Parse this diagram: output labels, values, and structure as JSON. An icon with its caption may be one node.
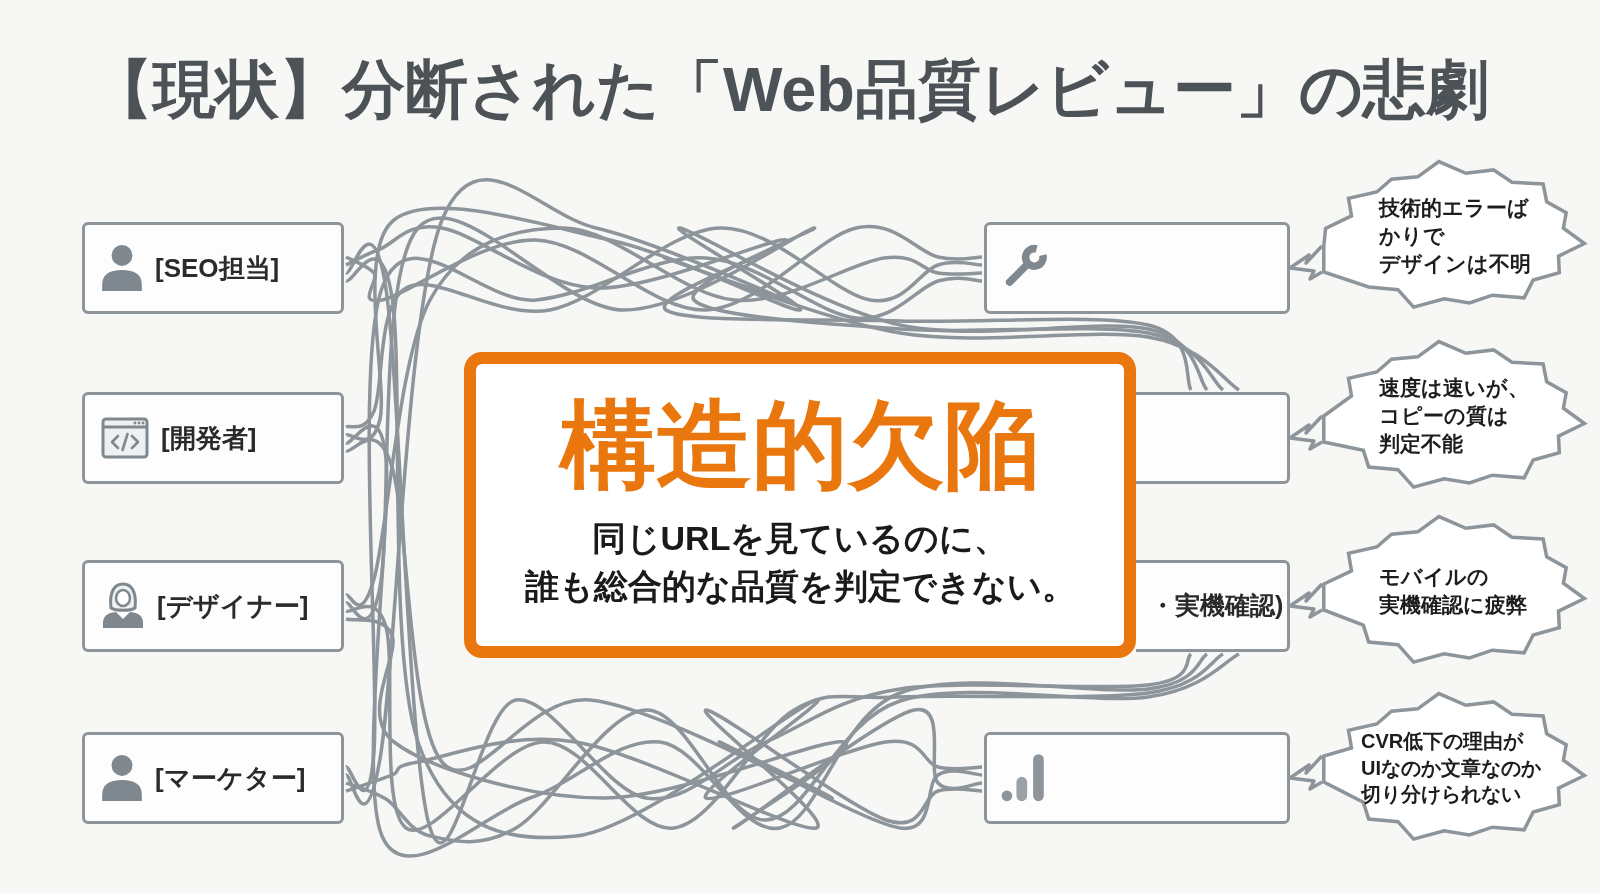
{
  "diagram": {
    "title": "【現状】分断された「Web品質レビュー」の悲劇",
    "nodes": [
      {
        "text": [
          "[SEO担当]"
        ]
      },
      {
        "text": [
          "[開発者]"
        ]
      },
      {
        "text": [
          "[デザイナー]"
        ]
      },
      {
        "text": [
          "[マーケター]"
        ]
      },
      {
        "text": [
          "構造的欠陥",
          "同じURLを見ているのに、誰も総合的な品質を判定できない。"
        ]
      },
      {
        "text": [],
        "shape": "box"
      },
      {
        "text": [],
        "shape": "box"
      },
      {
        "text": [
          "・実機確認)"
        ]
      },
      {
        "text": [],
        "shape": "box"
      },
      {
        "text": [
          "技術的エラーばかりでデザインは不明"
        ]
      },
      {
        "text": [
          "速度は速いが、コピーの質は判定不能"
        ]
      },
      {
        "text": [
          "モバイルの実機確認に疲弊"
        ]
      },
      {
        "text": [
          "CVR低下の理由がUIなのか文章なのか切り分けられない"
        ]
      }
    ],
    "edges": [
      {
        "from": 0,
        "to": 5,
        "arrow": "none"
      },
      {
        "from": 0,
        "to": 6,
        "arrow": "none"
      },
      {
        "from": 0,
        "to": 7,
        "arrow": "none"
      },
      {
        "from": 0,
        "to": 8,
        "arrow": "none"
      },
      {
        "from": 1,
        "to": 5,
        "arrow": "none"
      },
      {
        "from": 1,
        "to": 6,
        "arrow": "none"
      },
      {
        "from": 1,
        "to": 7,
        "arrow": "none"
      },
      {
        "from": 1,
        "to": 8,
        "arrow": "none"
      },
      {
        "from": 2,
        "to": 5,
        "arrow": "none"
      },
      {
        "from": 2,
        "to": 6,
        "arrow": "none"
      },
      {
        "from": 2,
        "to": 7,
        "arrow": "none"
      },
      {
        "from": 2,
        "to": 8,
        "arrow": "none"
      },
      {
        "from": 3,
        "to": 5,
        "arrow": "none"
      },
      {
        "from": 3,
        "to": 6,
        "arrow": "none"
      },
      {
        "from": 3,
        "to": 7,
        "arrow": "none"
      },
      {
        "from": 3,
        "to": 8,
        "arrow": "none"
      },
      {
        "from": 9,
        "to": 5,
        "arrow": "none"
      },
      {
        "from": 10,
        "to": 6,
        "arrow": "none"
      },
      {
        "from": 11,
        "to": 7,
        "arrow": "none"
      },
      {
        "from": 12,
        "to": 8,
        "arrow": "none"
      }
    ]
  }
}
